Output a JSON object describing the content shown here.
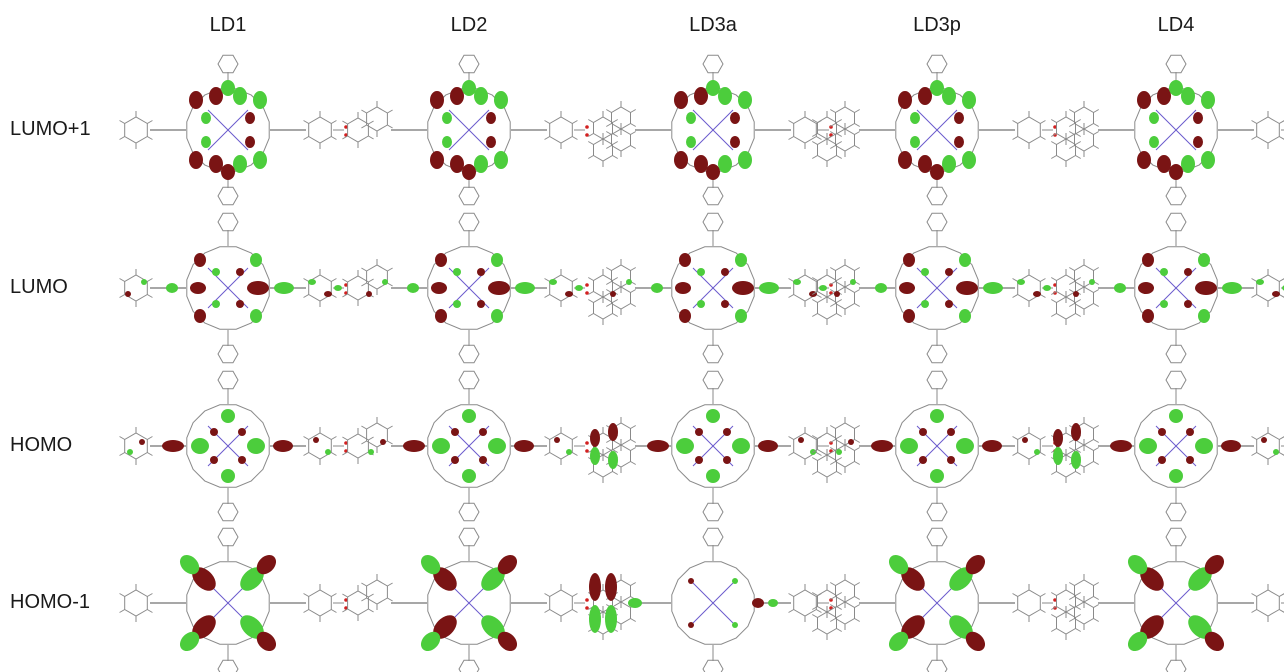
{
  "columns": [
    "LD1",
    "LD2",
    "LD3a",
    "LD3p",
    "LD4"
  ],
  "rows": [
    "LUMO+1",
    "LUMO",
    "HOMO",
    "HOMO-1"
  ],
  "colors": {
    "lobe_positive": "#7a1414",
    "lobe_negative": "#4ccd3c",
    "bond": "#8a8a8a",
    "metal": "#6a5acd",
    "oxygen": "#d22020"
  }
}
